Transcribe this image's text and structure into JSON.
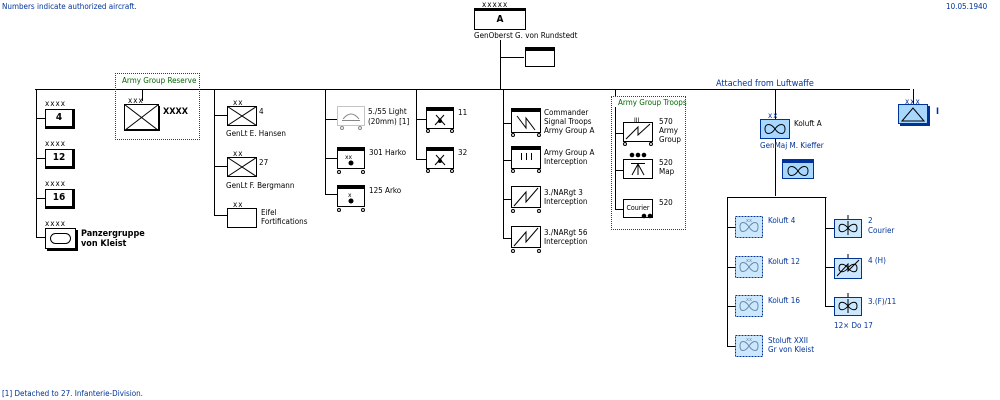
{
  "header": {
    "note": "Numbers indicate authorized aircraft.",
    "date": "10.05.1940"
  },
  "hq": {
    "echelon": "xxxxx",
    "label": "A",
    "commander": "GenOberst  G. von Rundstedt"
  },
  "reserve": {
    "title": "Army Group Reserve",
    "echelon": "xxx",
    "label": "XXXX"
  },
  "armies": [
    {
      "echelon": "xxxx",
      "label": "4"
    },
    {
      "echelon": "xxxx",
      "label": "12"
    },
    {
      "echelon": "xxxx",
      "label": "16"
    },
    {
      "echelon": "xxxx",
      "label": "Panzergruppe von Kleist",
      "line1": "Panzergruppe",
      "line2": "von Kleist"
    }
  ],
  "corps": [
    {
      "echelon": "xx",
      "label": "4",
      "commander": "GenLt  E. Hansen"
    },
    {
      "echelon": "xx",
      "label": "27",
      "commander": "GenLt  F. Bergmann"
    },
    {
      "echelon": "xx",
      "line1": "Eifel",
      "line2": "Fortifications"
    }
  ],
  "artillery": [
    {
      "line1": "5./55 Light",
      "line2": "(20mm) [1]"
    },
    {
      "label": "301 Harko"
    },
    {
      "label": "125 Arko"
    }
  ],
  "engineers": [
    {
      "label": "11"
    },
    {
      "label": "32"
    }
  ],
  "signals": [
    {
      "line1": "Commander",
      "line2": "Signal Troops",
      "line3": "Army Group A"
    },
    {
      "line1": "Army Group A",
      "line2": "Interception"
    },
    {
      "line1": "3./NARgt 3",
      "line2": "Interception"
    },
    {
      "line1": "3./NARgt 56",
      "line2": "Interception"
    }
  ],
  "troops": {
    "title": "Army Group Troops",
    "items": [
      {
        "line1": "570",
        "line2": "Army",
        "line3": "Group"
      },
      {
        "line1": "520",
        "line2": "Map"
      },
      {
        "label": "520",
        "box": "Courier"
      }
    ]
  },
  "luftwaffe": {
    "title": "Attached from Luftwaffe",
    "koluft": {
      "echelon": "xx",
      "label": "Koluft A",
      "commander": "GenMaj  M. Kieffer"
    },
    "flak": {
      "echelon": "xxx",
      "label": "I"
    },
    "units": [
      {
        "label": "Koluft 4"
      },
      {
        "label": "Koluft 12"
      },
      {
        "label": "Koluft 16"
      },
      {
        "line1": "Stoluft XXII",
        "line2": "Gr von Kleist"
      }
    ],
    "units2": [
      {
        "line1": "2",
        "line2": "Courier"
      },
      {
        "label": "4 (H)"
      },
      {
        "label": "3.(F)/11",
        "sub": "12× Do 17"
      }
    ]
  },
  "footnote": "[1] Detached to 27. Infanterie-Division."
}
